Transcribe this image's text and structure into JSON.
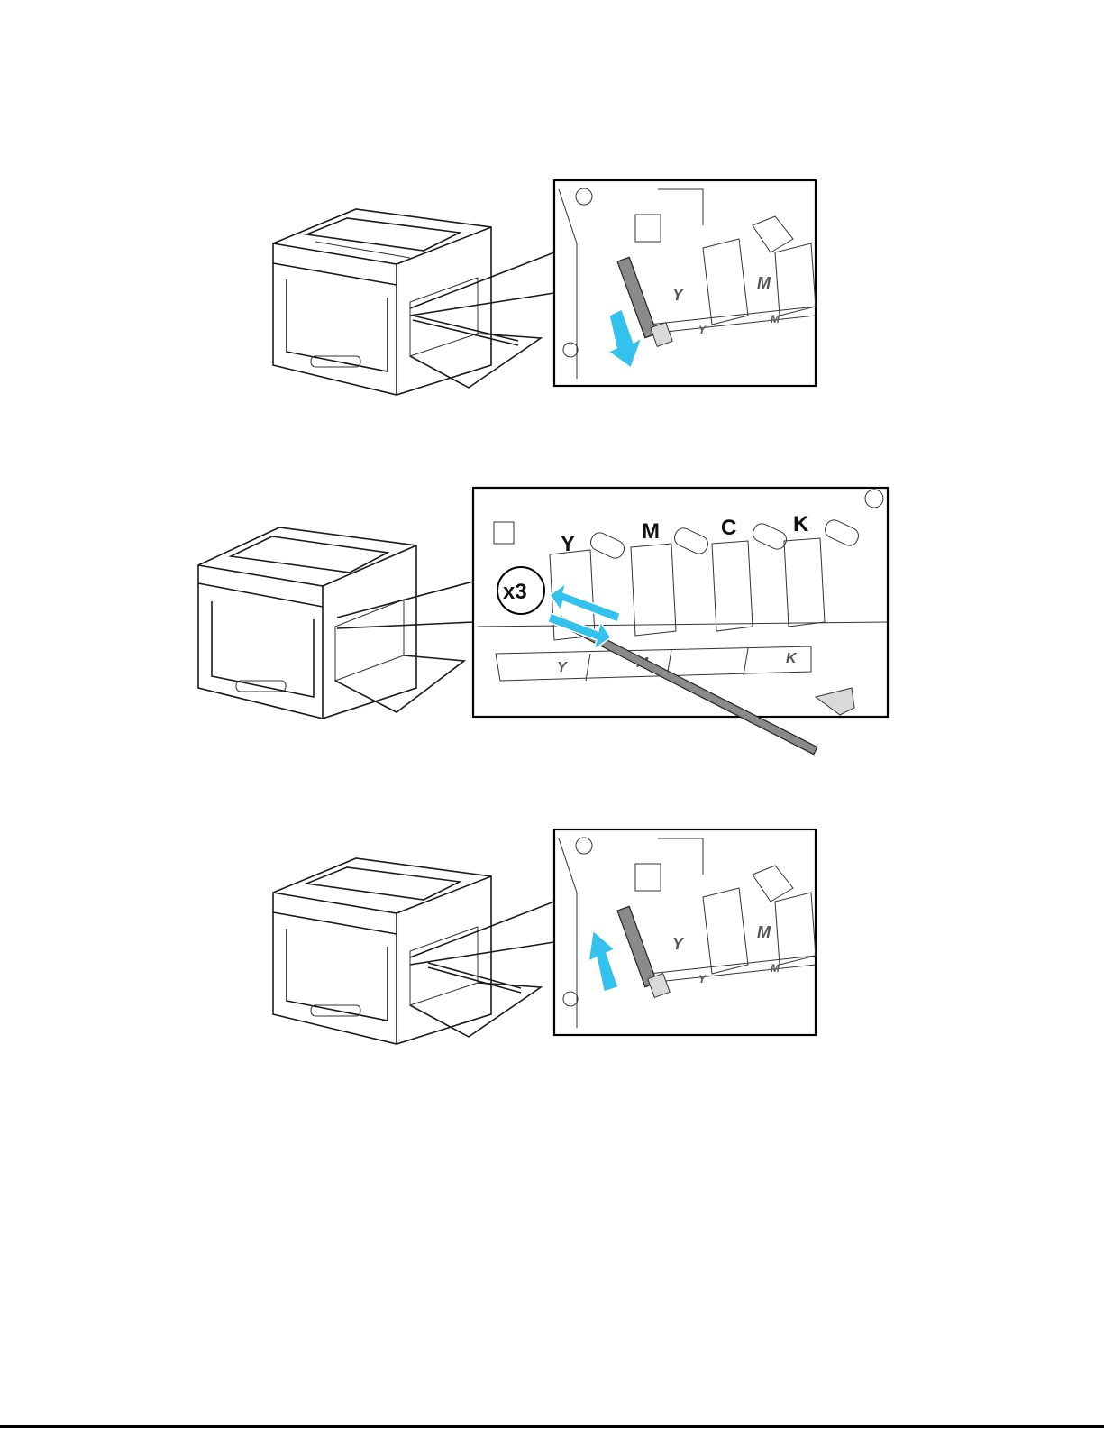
{
  "figure1": {
    "cartridge_labels": [
      "Y",
      "M"
    ],
    "channel_labels": [
      "Y",
      "M"
    ],
    "arrow_direction": "down"
  },
  "figure2": {
    "repeat_badge": "x3",
    "cartridge_labels": [
      "Y",
      "M",
      "C",
      "K"
    ],
    "channel_labels": [
      "Y",
      "M",
      "K"
    ],
    "arrow_direction": "back-and-forth"
  },
  "figure3": {
    "cartridge_labels": [
      "Y",
      "M"
    ],
    "channel_labels": [
      "Y",
      "M"
    ],
    "arrow_direction": "up"
  },
  "colors": {
    "arrow": "#33c1ee",
    "outline": "#000000",
    "rod": "#8a8a8a"
  }
}
